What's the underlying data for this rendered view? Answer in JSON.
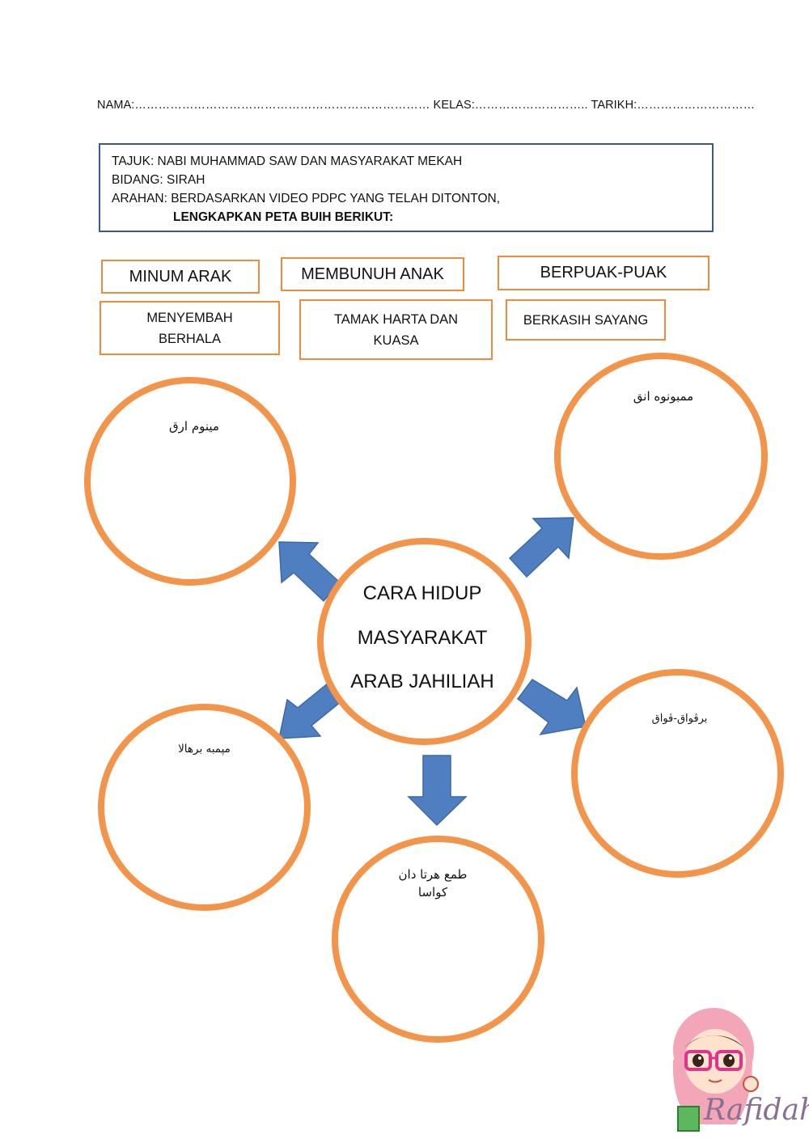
{
  "header": {
    "line": "NAMA:………………………………………………………………… KELAS:……………………….. TARIKH:…………………………"
  },
  "info": {
    "tajuk": "TAJUK: NABI MUHAMMAD SAW DAN MASYARAKAT MEKAH",
    "bidang": "BIDANG: SIRAH",
    "arahan": "ARAHAN: BERDASARKAN VIDEO PDPC YANG TELAH DITONTON,",
    "arahan_bold": "LENGKAPKAN PETA BUIH BERIKUT:"
  },
  "word_bank": {
    "w1": "MINUM ARAK",
    "w2": "MEMBUNUH ANAK",
    "w3": "BERPUAK-PUAK",
    "w4_line1": "MENYEMBAH",
    "w4_line2": "BERHALA",
    "w5_line1": "TAMAK HARTA DAN",
    "w5_line2": "KUASA",
    "w6": "BERKASIH SAYANG"
  },
  "center": {
    "line1": "CARA HIDUP",
    "line2": "MASYARAKAT",
    "line3": "ARAB  JAHILIAH"
  },
  "bubbles": {
    "top_left": "مينوم ارق",
    "top_right": "ممبونوه انق",
    "mid_right": "برڤواق-ڤواق",
    "bottom_left": "مپمبه برهالا",
    "bottom": "طمع هرتا دان\nکواسا"
  },
  "colors": {
    "accent_orange": "#f2944a",
    "arrow_blue": "#4f7fc0",
    "box_border": "#3b5a86"
  },
  "signature": "Rafidah"
}
